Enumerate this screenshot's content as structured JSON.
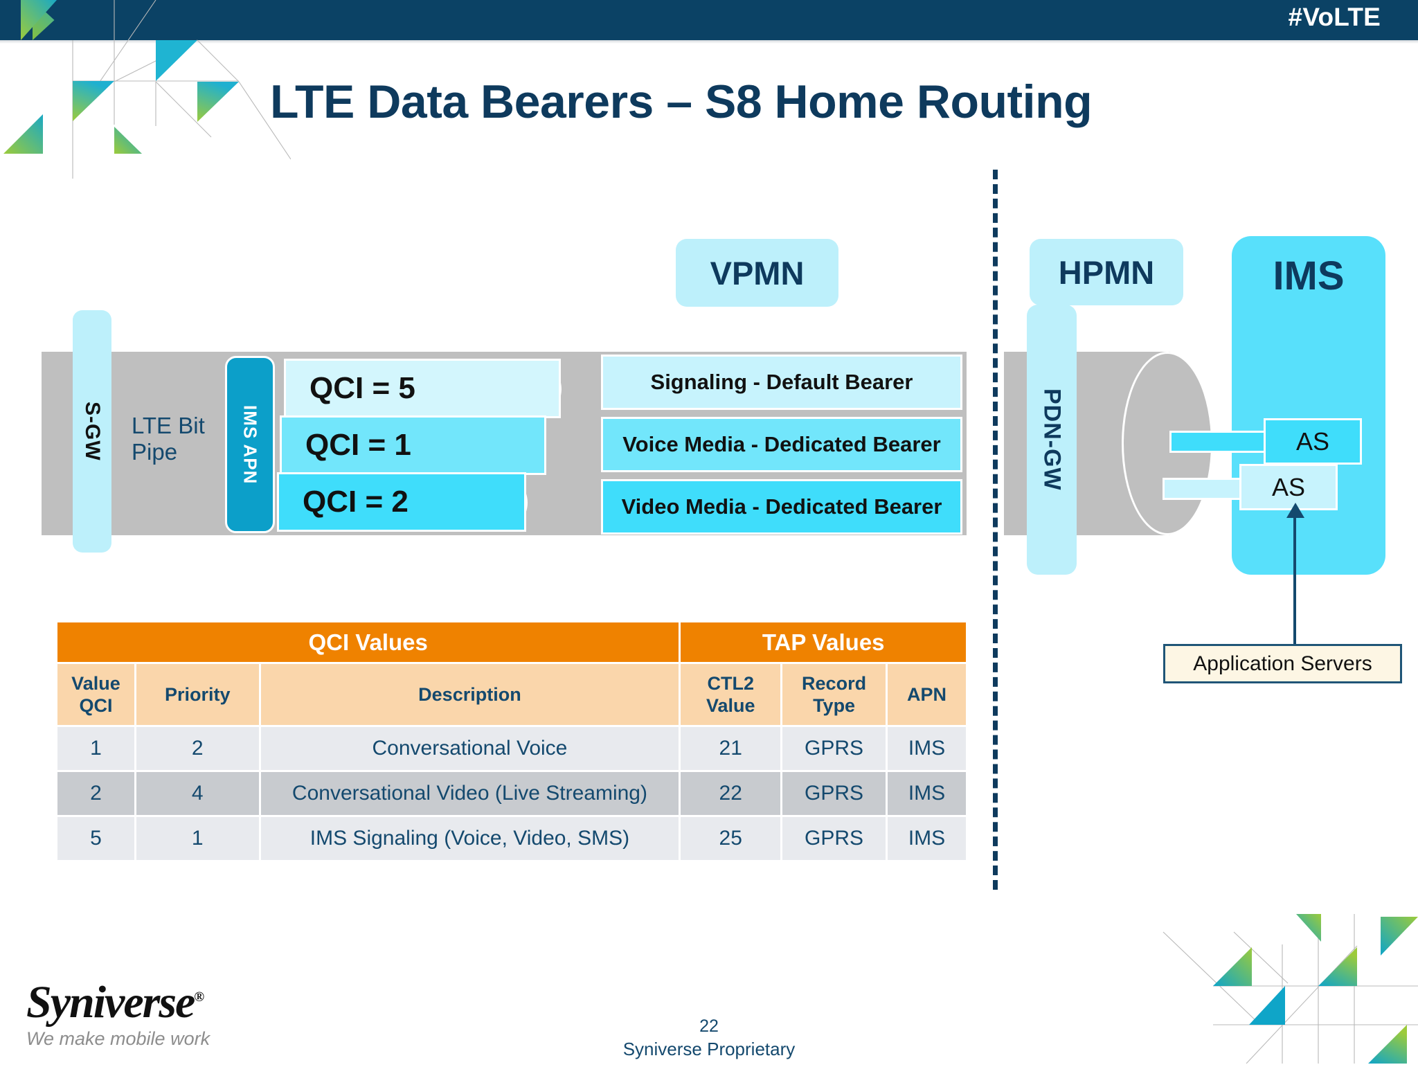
{
  "header": {
    "hashtag": "#VoLTE"
  },
  "title": "LTE Data Bearers – S8 Home Routing",
  "diagram": {
    "sgw_label": "S-GW",
    "pipe_label": "LTE Bit Pipe",
    "ims_apn_label": "IMS APN",
    "vpmn_label": "VPMN",
    "hpmn_label": "HPMN",
    "pdn_gw_label": "PDN-GW",
    "ims_label": "IMS",
    "qci_boxes": [
      {
        "label": "QCI = 5",
        "color": "#d3f6fd"
      },
      {
        "label": "QCI = 1",
        "color": "#72e6fb"
      },
      {
        "label": "QCI = 2",
        "color": "#3fddfb"
      }
    ],
    "bearers": [
      {
        "label": "Signaling -  Default Bearer",
        "color": "#c7f3fd"
      },
      {
        "label": "Voice Media - Dedicated Bearer",
        "color": "#72e6fb"
      },
      {
        "label": "Video Media - Dedicated Bearer",
        "color": "#3fddfb"
      }
    ],
    "application_servers": [
      {
        "label": "AS"
      },
      {
        "label": "AS"
      }
    ],
    "callout_label": "Application Servers"
  },
  "table": {
    "group_headers": [
      {
        "label": "QCI Values",
        "colspan": 3
      },
      {
        "label": "TAP Values",
        "colspan": 3
      }
    ],
    "columns": [
      "Value QCI",
      "Priority",
      "Description",
      "CTL2 Value",
      "Record Type",
      "APN"
    ],
    "columns_multiline": [
      [
        "Value",
        "QCI"
      ],
      [
        "Priority"
      ],
      [
        "Description"
      ],
      [
        "CTL2",
        "Value"
      ],
      [
        "Record",
        "Type"
      ],
      [
        "APN"
      ]
    ],
    "rows": [
      {
        "value_qci": "1",
        "priority": "2",
        "description": "Conversational Voice",
        "ctl2_value": "21",
        "record_type": "GPRS",
        "apn": "IMS"
      },
      {
        "value_qci": "2",
        "priority": "4",
        "description": "Conversational Video (Live Streaming)",
        "ctl2_value": "22",
        "record_type": "GPRS",
        "apn": "IMS"
      },
      {
        "value_qci": "5",
        "priority": "1",
        "description": "IMS Signaling (Voice, Video, SMS)",
        "ctl2_value": "25",
        "record_type": "GPRS",
        "apn": "IMS"
      }
    ]
  },
  "footer": {
    "logo_text": "Syniverse",
    "logo_mark": "®",
    "tagline": "We make mobile work",
    "page_number": "22",
    "proprietary": "Syniverse Proprietary"
  },
  "colors": {
    "banner": "#0b4265",
    "title": "#0e3a5d",
    "table_group_header": "#ef8200",
    "table_column_header": "#fad6ab",
    "pipe": "#bfbfbf",
    "accent_cyan": "#3fddfb",
    "callout_bg": "#fdf6e4"
  }
}
